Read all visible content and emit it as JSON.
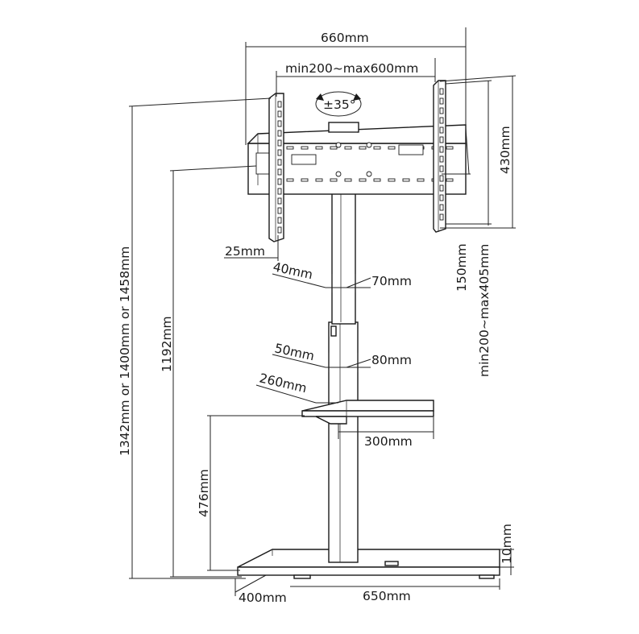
{
  "labels": {
    "width_total": "660mm",
    "vesa_range": "min200~max600mm",
    "tilt": "±35°",
    "height_bracket": "430mm",
    "overall_height": "1342mm or 1400mm or 1458mm",
    "center_height": "1192mm",
    "arm_depth": "25mm",
    "vertical_vesa": "min200~max405mm",
    "offset": "150mm",
    "upper_pole_depth": "40mm",
    "upper_pole_width": "70mm",
    "lower_pole_depth": "50mm",
    "lower_pole_width": "80mm",
    "shelf_depth": "260mm",
    "shelf_width": "300mm",
    "shelf_height": "476mm",
    "base_thickness": "10mm",
    "base_depth": "400mm",
    "base_width": "650mm"
  },
  "icons": {
    "tilt": "tilt-arrow-icon"
  }
}
